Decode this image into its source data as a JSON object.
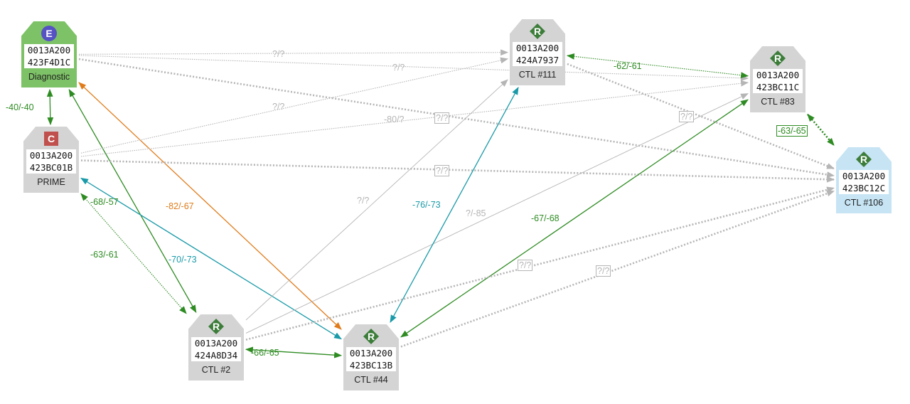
{
  "colors": {
    "green": "#2e8b22",
    "teal": "#1a9aa8",
    "orange": "#e07b1a",
    "gray": "#b5b5b5",
    "diag_bg": "#7dc266",
    "node_bg": "#d4d4d4",
    "highlight_bg": "#c6e4f4",
    "r_badge": "#3d7d3a",
    "e_badge": "#5652c4",
    "c_badge": "#c0504d"
  },
  "nodes": [
    {
      "id": "diag",
      "badge": "E",
      "addr_hi": "0013A200",
      "addr_lo": "423F4D1C",
      "role": "Diagnostic",
      "style": "diagnostic"
    },
    {
      "id": "prime",
      "badge": "C",
      "addr_hi": "0013A200",
      "addr_lo": "423BC01B",
      "role": "PRIME",
      "style": "normal"
    },
    {
      "id": "ctl111",
      "badge": "R",
      "addr_hi": "0013A200",
      "addr_lo": "424A7937",
      "role": "CTL #111",
      "style": "normal"
    },
    {
      "id": "ctl83",
      "badge": "R",
      "addr_hi": "0013A200",
      "addr_lo": "423BC11C",
      "role": "CTL #83",
      "style": "normal"
    },
    {
      "id": "ctl106",
      "badge": "R",
      "addr_hi": "0013A200",
      "addr_lo": "423BC12C",
      "role": "CTL #106",
      "style": "highlight"
    },
    {
      "id": "ctl2",
      "badge": "R",
      "addr_hi": "0013A200",
      "addr_lo": "424A8D34",
      "role": "CTL #2",
      "style": "normal"
    },
    {
      "id": "ctl44",
      "badge": "R",
      "addr_hi": "0013A200",
      "addr_lo": "423BC13B",
      "role": "CTL #44",
      "style": "normal"
    }
  ],
  "edges": [
    {
      "from": "diag",
      "to": "prime",
      "color": "green",
      "style": "solid",
      "dir": "both",
      "label": "-40/-40"
    },
    {
      "from": "diag",
      "to": "ctl2",
      "color": "green",
      "style": "solid",
      "dir": "both",
      "label": "-68/-57"
    },
    {
      "from": "diag",
      "to": "ctl44",
      "color": "orange",
      "style": "solid",
      "dir": "both",
      "label": "-82/-67"
    },
    {
      "from": "diag",
      "to": "ctl111",
      "color": "gray",
      "style": "thin-dotted",
      "dir": "forward",
      "label": "?/?"
    },
    {
      "from": "diag",
      "to": "ctl83",
      "color": "gray",
      "style": "thin-dotted",
      "dir": "forward",
      "label": "?/?"
    },
    {
      "from": "diag",
      "to": "ctl106",
      "color": "gray",
      "style": "thick-dotted",
      "dir": "forward",
      "label": "?/?",
      "boxed": true
    },
    {
      "from": "prime",
      "to": "ctl111",
      "color": "gray",
      "style": "thin-dotted",
      "dir": "forward",
      "label": "?/?"
    },
    {
      "from": "prime",
      "to": "ctl83",
      "color": "gray",
      "style": "thin-dotted",
      "dir": "forward",
      "label": "-80/?"
    },
    {
      "from": "prime",
      "to": "ctl106",
      "color": "gray",
      "style": "thick-dotted",
      "dir": "forward",
      "label": "?/?",
      "boxed": true
    },
    {
      "from": "prime",
      "to": "ctl2",
      "color": "green",
      "style": "thin-dotted",
      "dir": "both",
      "label": "-63/-61"
    },
    {
      "from": "prime",
      "to": "ctl44",
      "color": "teal",
      "style": "solid",
      "dir": "both",
      "label": "-70/-73"
    },
    {
      "from": "ctl111",
      "to": "ctl83",
      "color": "green",
      "style": "thin-dotted",
      "dir": "both",
      "label": "-62/-61"
    },
    {
      "from": "ctl111",
      "to": "ctl106",
      "color": "gray",
      "style": "thick-dotted",
      "dir": "forward",
      "label": "?/?",
      "boxed": true
    },
    {
      "from": "ctl83",
      "to": "ctl106",
      "color": "green",
      "style": "thick-dotted",
      "dir": "both",
      "label": "-63/-65",
      "boxed": true
    },
    {
      "from": "ctl2",
      "to": "ctl111",
      "color": "gray",
      "style": "thin",
      "dir": "forward",
      "label": "?/?"
    },
    {
      "from": "ctl2",
      "to": "ctl83",
      "color": "gray",
      "style": "thin",
      "dir": "forward",
      "label": "?/-85"
    },
    {
      "from": "ctl44",
      "to": "ctl111",
      "color": "teal",
      "style": "solid",
      "dir": "both",
      "label": "-76/-73"
    },
    {
      "from": "ctl44",
      "to": "ctl83",
      "color": "green",
      "style": "solid",
      "dir": "both",
      "label": "-67/-68"
    },
    {
      "from": "ctl2",
      "to": "ctl106",
      "color": "gray",
      "style": "thick-dotted",
      "dir": "forward",
      "label": "?/?",
      "boxed": true
    },
    {
      "from": "ctl44",
      "to": "ctl106",
      "color": "gray",
      "style": "thick-dotted",
      "dir": "forward",
      "label": "?/?",
      "boxed": true
    },
    {
      "from": "ctl2",
      "to": "ctl44",
      "color": "green",
      "style": "solid",
      "dir": "both",
      "label": "-66/-65"
    }
  ]
}
